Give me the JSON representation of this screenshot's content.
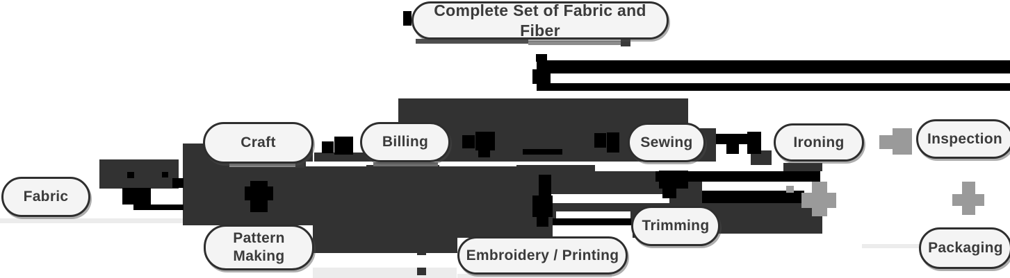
{
  "diagram": {
    "nodes": {
      "complete_set": "Complete Set of Fabric and Fiber",
      "fabric": "Fabric",
      "craft": "Craft",
      "billing": "Billing",
      "sewing": "Sewing",
      "ironing": "Ironing",
      "inspection": "Inspection",
      "pattern_making": "Pattern Making",
      "embroidery_printing": "Embroidery / Printing",
      "trimming": "Trimming",
      "packaging": "Packaging"
    },
    "colors": {
      "canvas_bg": "#ffffff",
      "node_fill": "#f4f4f4",
      "node_border": "#2e2e2e",
      "node_text": "#3b3b3b",
      "artifact_dark": "#323232",
      "artifact_black": "#000000",
      "arrow_gray": "#9a9a9a",
      "stripe_light": "#ececec"
    }
  }
}
